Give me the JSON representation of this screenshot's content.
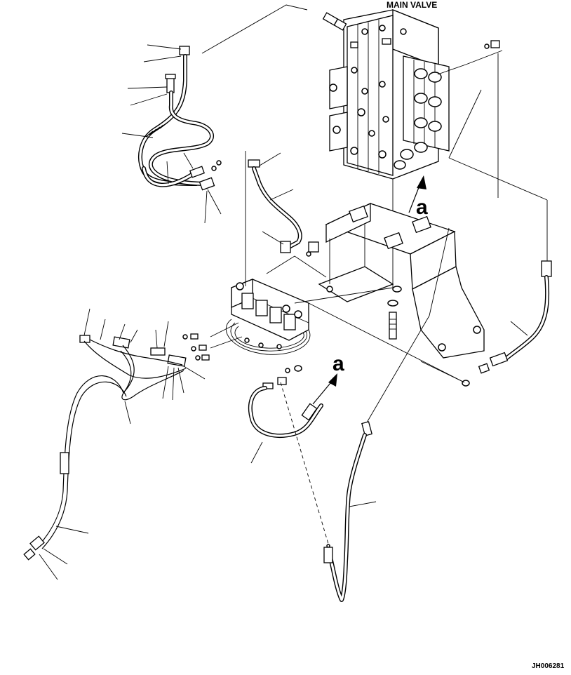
{
  "labels": {
    "main_valve": "MAIN VALVE",
    "arrow_a_upper": "a",
    "arrow_a_lower": "a",
    "drawing_code": "JH006281"
  }
}
